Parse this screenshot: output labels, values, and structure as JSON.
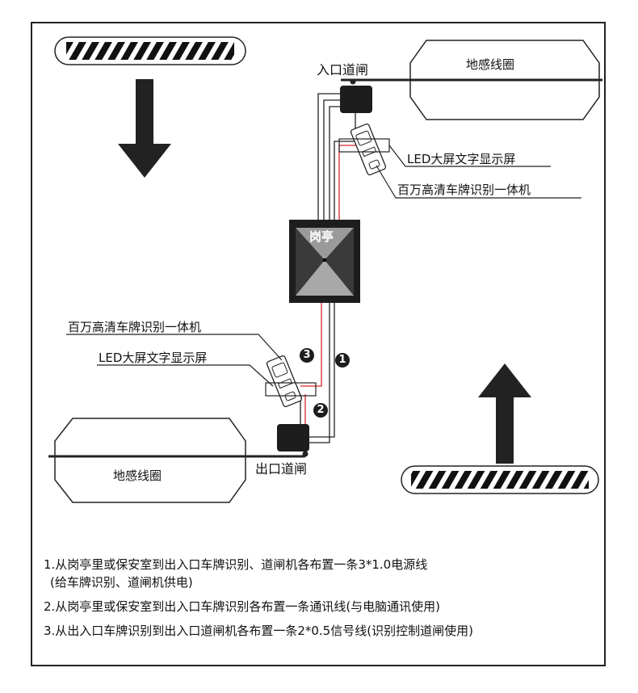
{
  "diagram": {
    "entrance_gate_label": "入口道闸",
    "exit_gate_label": "出口道闸",
    "loop_top_label": "地感线圈",
    "loop_bottom_label": "地感线圈",
    "booth_label": "岗亭",
    "led_top_label": "LED大屏文字显示屏",
    "camera_top_label": "百万高清车牌识别一体机",
    "led_bottom_label": "LED大屏文字显示屏",
    "camera_bottom_label": "百万高清车牌识别一体机",
    "wire_markers": [
      "❶",
      "❸",
      "❷"
    ]
  },
  "notes": [
    "1.从岗亭里或保安室到出入口车牌识别、道闸机各布置一条3*1.0电源线",
    "(给车牌识别、道闸机供电)",
    "2.从岗亭里或保安室到出入口车牌识别各布置一条通讯线(与电脑通讯使用)",
    "3.从出入口车牌识别到出入口道闸机各布置一条2*0.5信号线(识别控制道闸使用)"
  ],
  "colors": {
    "frame": "#222222",
    "booth_dark": "#3a3a3a",
    "booth_light": "#a8a8a8",
    "signal_wire": "#d9262c",
    "wire": "#222222"
  }
}
